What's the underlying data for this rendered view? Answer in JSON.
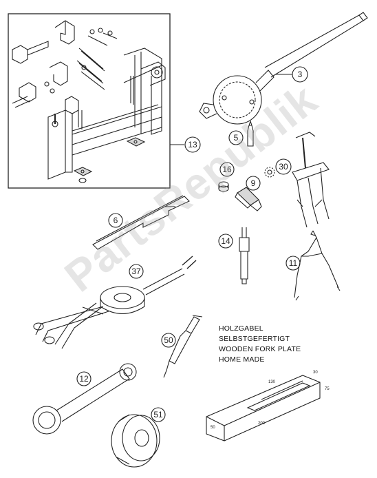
{
  "callouts": {
    "c3": "3",
    "c5": "5",
    "c6": "6",
    "c9": "9",
    "c11": "11",
    "c12": "12",
    "c13": "13",
    "c14": "14",
    "c16": "16",
    "c30": "30",
    "c37": "37",
    "c50": "50",
    "c51": "51"
  },
  "note": {
    "line1": "HOLZGABEL",
    "line2": "SELBSTGEFERTIGT",
    "line3": "WOODEN FORK PLATE",
    "line4": "HOME MADE"
  },
  "dimensions": {
    "d1": "130",
    "d2": "30",
    "d3": "75",
    "d4": "50",
    "d5": "200"
  },
  "watermark": "PartsRepublik",
  "colors": {
    "line": "#222222",
    "shade": "#d8d8d8",
    "dark": "#555555"
  }
}
